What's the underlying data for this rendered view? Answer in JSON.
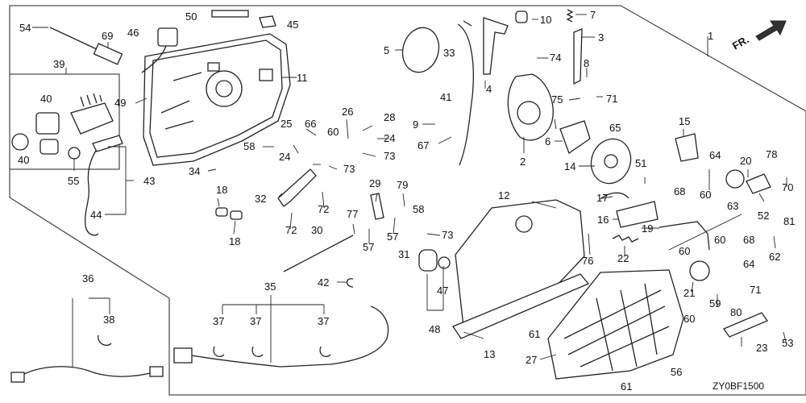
{
  "diagram": {
    "code": "ZY0BF1500",
    "direction_label": "FR.",
    "callouts": {
      "c1": "1",
      "c2": "2",
      "c3": "3",
      "c4": "4",
      "c5": "5",
      "c6": "6",
      "c7": "7",
      "c8": "8",
      "c9": "9",
      "c10": "10",
      "c11": "11",
      "c12": "12",
      "c13": "13",
      "c14": "14",
      "c15": "15",
      "c16": "16",
      "c17": "17",
      "c18a": "18",
      "c18b": "18",
      "c19": "19",
      "c20": "20",
      "c21": "21",
      "c22": "22",
      "c23": "23",
      "c24a": "24",
      "c24b": "24",
      "c25": "25",
      "c26": "26",
      "c27": "27",
      "c28": "28",
      "c29": "29",
      "c30": "30",
      "c31": "31",
      "c32": "32",
      "c33": "33",
      "c34": "34",
      "c35": "35",
      "c36": "36",
      "c37a": "37",
      "c37b": "37",
      "c37c": "37",
      "c38": "38",
      "c39": "39",
      "c40a": "40",
      "c40b": "40",
      "c41": "41",
      "c42": "42",
      "c43": "43",
      "c44": "44",
      "c45": "45",
      "c46": "46",
      "c47": "47",
      "c48": "48",
      "c49": "49",
      "c50": "50",
      "c51": "51",
      "c52": "52",
      "c53": "53",
      "c54": "54",
      "c55": "55",
      "c56": "56",
      "c57a": "57",
      "c57b": "57",
      "c58a": "58",
      "c58b": "58",
      "c59": "59",
      "c60a": "60",
      "c60b": "60",
      "c60c": "60",
      "c60d": "60",
      "c60e": "60",
      "c61a": "61",
      "c61b": "61",
      "c62": "62",
      "c63": "63",
      "c64a": "64",
      "c64b": "64",
      "c65": "65",
      "c66": "66",
      "c67": "67",
      "c68a": "68",
      "c68b": "68",
      "c69": "69",
      "c70": "70",
      "c71a": "71",
      "c71b": "71",
      "c72a": "72",
      "c72b": "72",
      "c73a": "73",
      "c73b": "73",
      "c73c": "73",
      "c74": "74",
      "c75": "75",
      "c76": "76",
      "c77": "77",
      "c78": "78",
      "c79": "79",
      "c80": "80",
      "c81": "81"
    }
  }
}
